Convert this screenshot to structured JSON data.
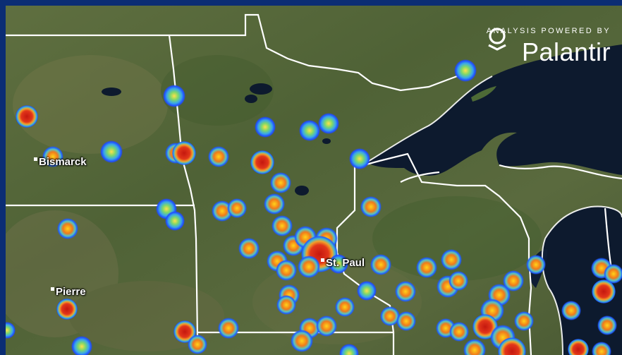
{
  "cities": [
    {
      "id": "bismarck",
      "label": "Bismarck"
    },
    {
      "id": "st-paul",
      "label": "St. Paul"
    },
    {
      "id": "pierre",
      "label": "Pierre"
    }
  ],
  "branding": {
    "tagline": "ANALYSIS POWERED BY",
    "name": "Palantir",
    "logo_icon": "palantir-logo-icon"
  },
  "colors": {
    "frame": "#0b2d74",
    "land": "#5b6b3c",
    "water": "#0d1a2e",
    "borders": "#ffffff",
    "heat_low": "#1a4dff",
    "heat_high": "#d8201a"
  }
}
